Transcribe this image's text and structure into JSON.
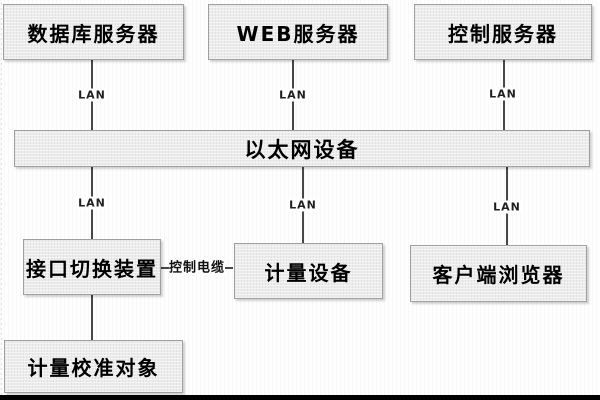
{
  "diagram": {
    "title": "metrology-network-topology",
    "nodes": [
      {
        "id": "db-server",
        "label": "数据库服务器"
      },
      {
        "id": "web-server",
        "label": "WEB服务器"
      },
      {
        "id": "control-server",
        "label": "控制服务器"
      },
      {
        "id": "ethernet-device",
        "label": "以太网设备"
      },
      {
        "id": "interface-switch",
        "label": "接口切换装置"
      },
      {
        "id": "metering-device",
        "label": "计量设备"
      },
      {
        "id": "client-browser",
        "label": "客户端浏览器"
      },
      {
        "id": "calibration-object",
        "label": "计量校准对象"
      }
    ],
    "edge_labels": {
      "lan": "LAN",
      "control_cable": "控制电缆"
    },
    "colors": {
      "box_fill": "#ececec",
      "box_border": "#a0a0a0",
      "line": "#474747",
      "text": "#000000",
      "bottom_bar": "#000000"
    }
  }
}
